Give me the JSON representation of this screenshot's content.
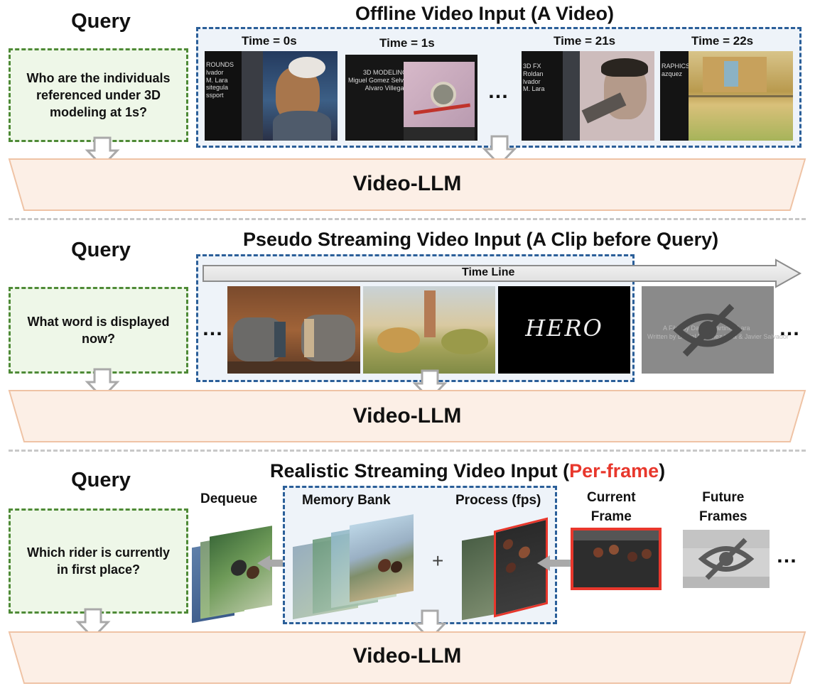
{
  "section1": {
    "query_label": "Query",
    "title": "Offline Video Input (A Video)",
    "question": "Who are the individuals referenced under 3D modeling at 1s?",
    "time_labels": [
      "Time = 0s",
      "Time = 1s",
      "Time = 21s",
      "Time = 22s"
    ],
    "ellipsis": "…",
    "frame0_text": "ROUNDS\nlvador\nM. Lara\nsitegula\nssport",
    "frame1_text": "3D MODELING\nMiguel Gomez Selva\nAlvaro Villegas",
    "frame2_text": "3D FX\nRoldan\nlvador\nM. Lara",
    "frame3_text": "RAPHICS\nazquez",
    "llm_label": "Video-LLM"
  },
  "section2": {
    "query_label": "Query",
    "title": "Pseudo Streaming Video Input (A Clip before Query)",
    "question": "What word is displayed now?",
    "timeline_label": "Time Line",
    "ellipsis_left": "…",
    "ellipsis_right": "…",
    "hero_text": "HERO",
    "future_caption_1": "A Film by Daniel Martinez Lara",
    "future_caption_2": "Written by Daniel Martinez Lara & Javier Salvador",
    "llm_label": "Video-LLM"
  },
  "section3": {
    "query_label": "Query",
    "title_prefix": "Realistic Streaming Video Input (",
    "title_highlight": "Per-frame",
    "title_suffix": ")",
    "question": "Which rider is currently in first place?",
    "dequeue_label": "Dequeue",
    "memory_bank_label": "Memory Bank",
    "process_label": "Process (fps)",
    "current_frame_label": "Current\nFrame",
    "future_frames_label": "Future\nFrames",
    "plus": "+",
    "ellipsis": "…",
    "llm_label": "Video-LLM"
  },
  "colors": {
    "query_border": "#4e8a36",
    "query_fill": "#eef7e8",
    "video_border": "#2b5f99",
    "video_fill": "#eef3f9",
    "llm_fill": "#fcefe6",
    "llm_stroke": "#efc3a5",
    "highlight_red": "#e8372c",
    "arrow_gray": "#a9a9a9"
  },
  "icons": {
    "hidden_eye": "eye-slash-icon",
    "down_arrow": "down-arrow-icon",
    "left_arrow": "left-arrow-icon"
  }
}
